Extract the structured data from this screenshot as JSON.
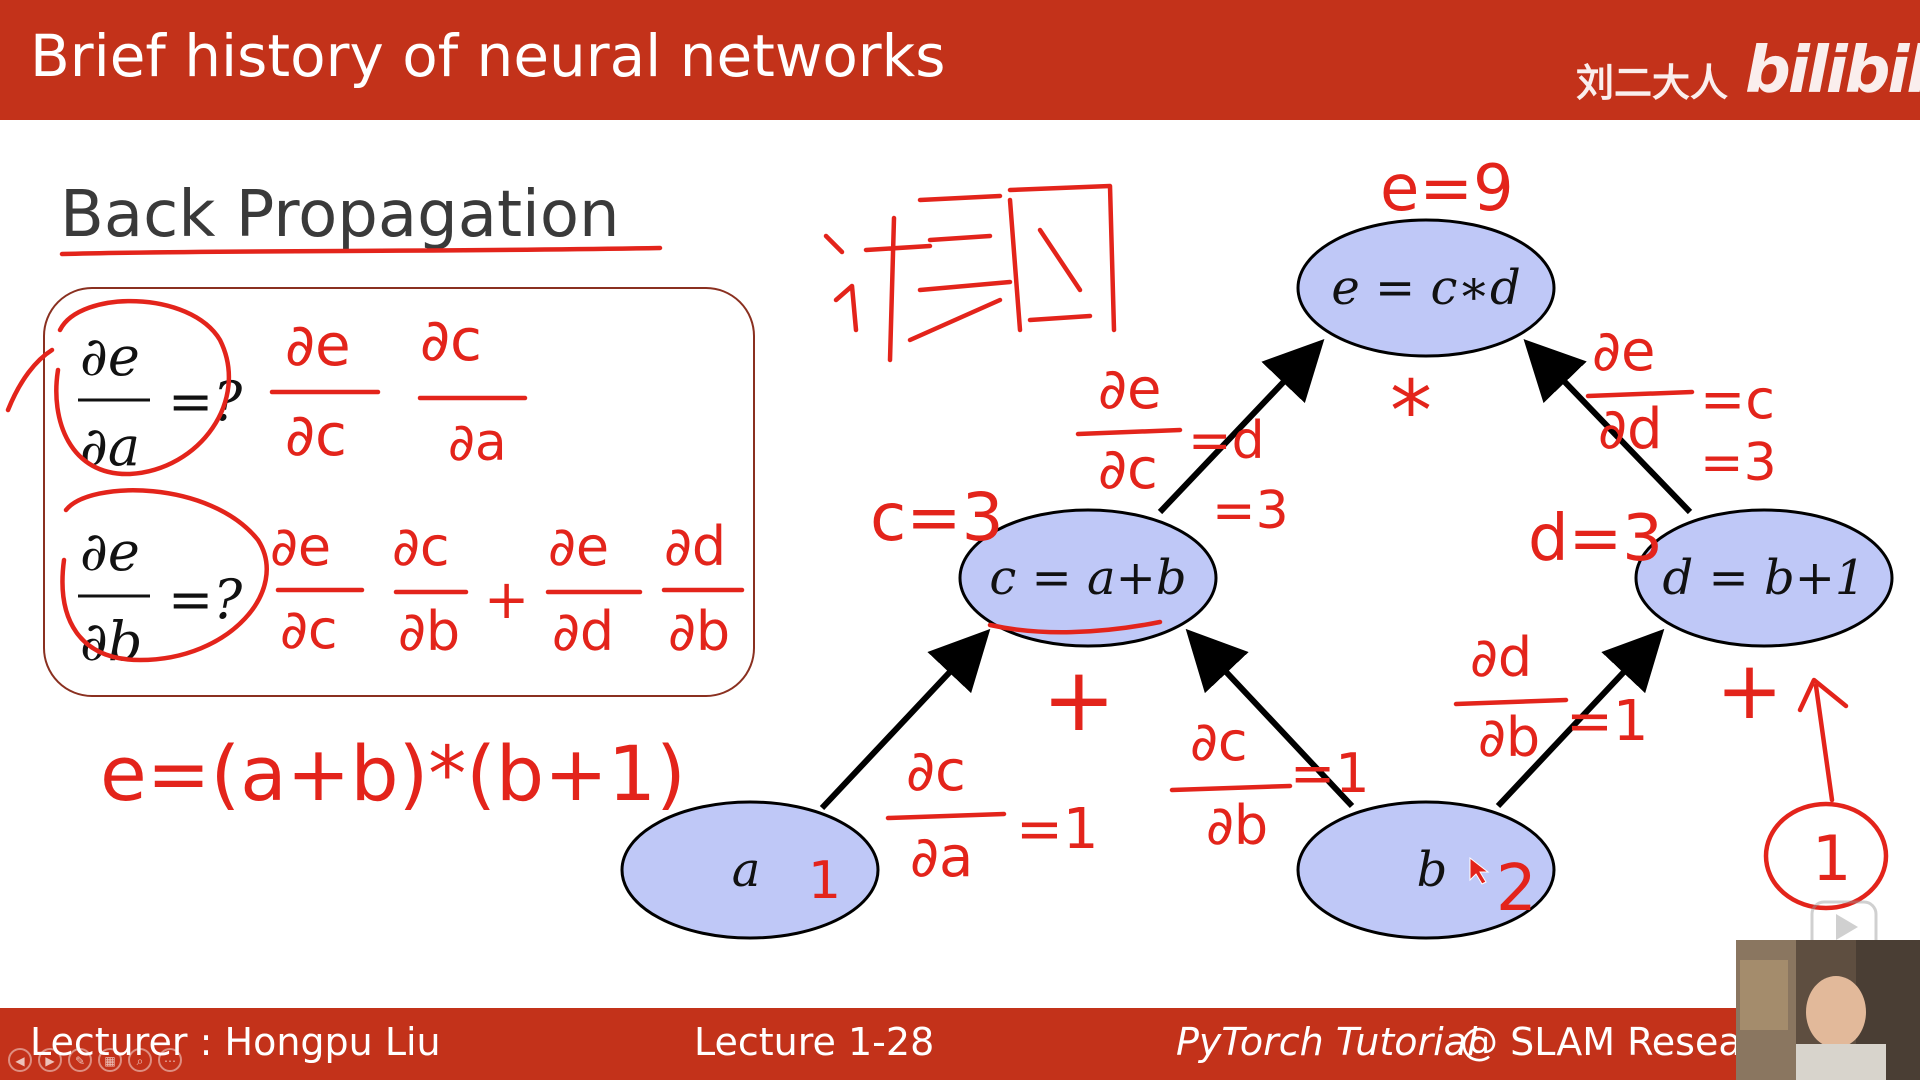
{
  "header": {
    "title": "Brief history of neural networks",
    "watermark_cn": "刘二大人",
    "watermark_logo": "bilibili"
  },
  "slide": {
    "section_title": "Back Propagation",
    "formula_a": {
      "num": "∂e",
      "den": "∂a",
      "rhs": "=?"
    },
    "formula_b": {
      "num": "∂e",
      "den": "∂b",
      "rhs": "=?"
    },
    "nodes": {
      "e": "e = c∗d",
      "c": "c = a+b",
      "d": "d = b+1",
      "a": "a",
      "b": "b"
    }
  },
  "annotations": {
    "e_value": "e=9",
    "c_value": "c=3",
    "d_value": "d=3",
    "a_value": "1",
    "b_value": "2",
    "const_value": "1",
    "mult_op": "*",
    "plus_op": "+",
    "plus_op_d": "+",
    "equation": "e=(a+b)*(b+1)",
    "de_dc": {
      "num": "∂e",
      "den": "∂c",
      "rhs": "=d",
      "rhs2": "=3"
    },
    "de_dd": {
      "num": "∂e",
      "den": "∂d",
      "rhs": "=c",
      "rhs2": "=3"
    },
    "dc_da": {
      "num": "∂c",
      "den": "∂a",
      "rhs": "=1"
    },
    "dc_db": {
      "num": "∂c",
      "den": "∂b",
      "rhs": "=1"
    },
    "dd_db": {
      "num": "∂d",
      "den": "∂b",
      "rhs": "=1"
    },
    "chain_a": {
      "n1": "∂e",
      "d1": "∂c",
      "n2": "∂c",
      "d2": "∂a"
    },
    "chain_b": {
      "n1": "∂e",
      "d1": "∂c",
      "n2": "∂c",
      "d2": "∂b",
      "plus": "+",
      "n3": "∂e",
      "d3": "∂d",
      "n4": "∂d",
      "d4": "∂b"
    }
  },
  "footer": {
    "lecturer": "Lecturer : Hongpu Liu",
    "lecture": "Lecture 1-28",
    "tutorial": "PyTorch Tutorial",
    "lab": "@ SLAM Resear"
  },
  "colors": {
    "bar": "#c3321a",
    "node_fill": "#bfc8f7",
    "ink": "#e3241b"
  }
}
